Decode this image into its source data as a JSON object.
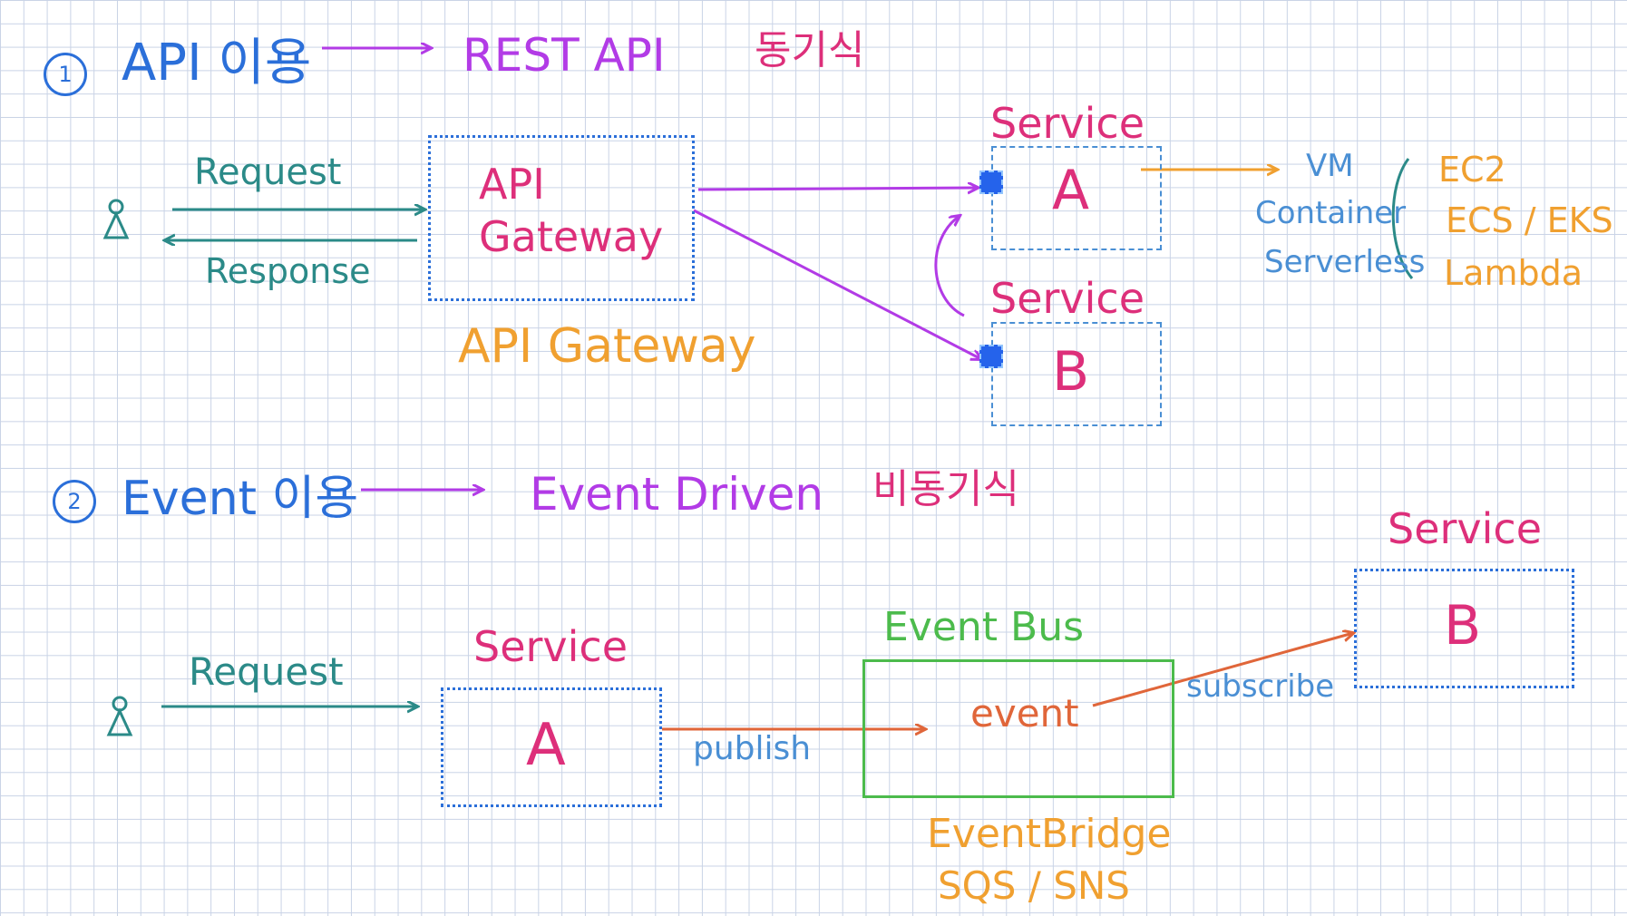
{
  "colors": {
    "blue": "#2b6fd9",
    "purple": "#b23be6",
    "magenta": "#dd2f7a",
    "teal": "#2b8a88",
    "orange": "#f0a030",
    "dark_orange": "#e0663a",
    "light_blue": "#4a8fd4",
    "green": "#4cbb4c"
  },
  "section1": {
    "number": "1",
    "title": "API 이용",
    "arrow_target": "REST API",
    "mode": "동기식",
    "request_label": "Request",
    "response_label": "Response",
    "gateway_box_line1": "API",
    "gateway_box_line2": "Gateway",
    "gateway_caption": "API Gateway",
    "service_a_label": "Service",
    "service_a_letter": "A",
    "service_b_label": "Service",
    "service_b_letter": "B",
    "compute": [
      "VM",
      "Container",
      "Serverless"
    ],
    "aws_services": [
      "EC2",
      "ECS / EKS",
      "Lambda"
    ]
  },
  "section2": {
    "number": "2",
    "title": "Event 이용",
    "arrow_target": "Event Driven",
    "mode": "비동기식",
    "request_label": "Request",
    "service_a_label": "Service",
    "service_a_letter": "A",
    "publish_label": "publish",
    "bus_label": "Event Bus",
    "event_label": "event",
    "subscribe_label": "subscribe",
    "service_b_label": "Service",
    "service_b_letter": "B",
    "bridge_line1": "EventBridge",
    "bridge_line2": "SQS / SNS"
  }
}
